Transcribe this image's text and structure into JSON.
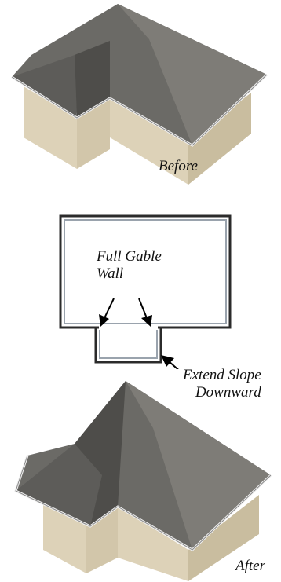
{
  "captions": {
    "before": "Before",
    "after": "After"
  },
  "plan_labels": {
    "full_gable_line1": "Full Gable",
    "full_gable_line2": "Wall",
    "extend_slope_line1": "Extend Slope",
    "extend_slope_line2": "Downward"
  },
  "colors": {
    "roof": "#6b6a66",
    "roof_dark": "#4e4d4a",
    "roof_light": "#7e7c77",
    "wall": "#ddd2b8",
    "wall_dark": "#c9bd9f",
    "fascia": "#f0f0f0",
    "plan_outline": "#2b2b2b",
    "plan_inner": "#9aa3ad"
  }
}
